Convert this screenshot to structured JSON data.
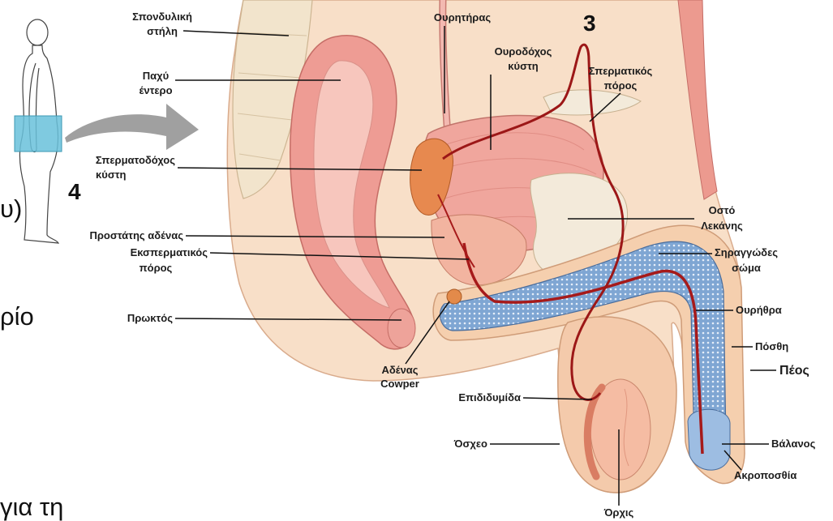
{
  "slide_fragments": [
    "υ)",
    "ρίο",
    "για τη"
  ],
  "markers": {
    "three": "3",
    "four": "4"
  },
  "labels": {
    "spine": [
      "Σπονδυλική",
      "στήλη"
    ],
    "ureter": [
      "Ουρητήρας"
    ],
    "bladder": [
      "Ουροδόχος",
      "κύστη"
    ],
    "vas_deferens": [
      "Σπερματικός",
      "πόρος"
    ],
    "large_intestine": [
      "Παχύ",
      "έντερο"
    ],
    "seminal_vesicle": [
      "Σπερματοδόχος",
      "κύστη"
    ],
    "pelvic_bone": [
      "Οστό",
      "Λεκάνης"
    ],
    "prostate": [
      "Προστάτης αδένας"
    ],
    "ejaculatory_duct": [
      "Εκσπερματικός",
      "πόρος"
    ],
    "corpus_cavernosum": [
      "Σηραγγώδες",
      "σώμα"
    ],
    "rectum": [
      "Πρωκτός"
    ],
    "urethra": [
      "Ουρήθρα"
    ],
    "prepuce": [
      "Πόσθη"
    ],
    "penis": [
      "Πέος"
    ],
    "cowper": [
      "Αδένας",
      "Cowper"
    ],
    "epididymis": [
      "Επιδιδυμίδα"
    ],
    "scrotum": [
      "Όσχεο"
    ],
    "glans": [
      "Βάλανος"
    ],
    "foreskin": [
      "Ακροποσθία"
    ],
    "testis": [
      "Όρχις"
    ]
  },
  "colors": {
    "skin": "#f8dfc8",
    "muscle": "#ee9c94",
    "vessel": "#a61a1a",
    "spongy_tissue": "#7fa6d3",
    "gland": "#e7894f",
    "highlight_box": "#69c1da",
    "arrow": "#a0a0a0"
  }
}
